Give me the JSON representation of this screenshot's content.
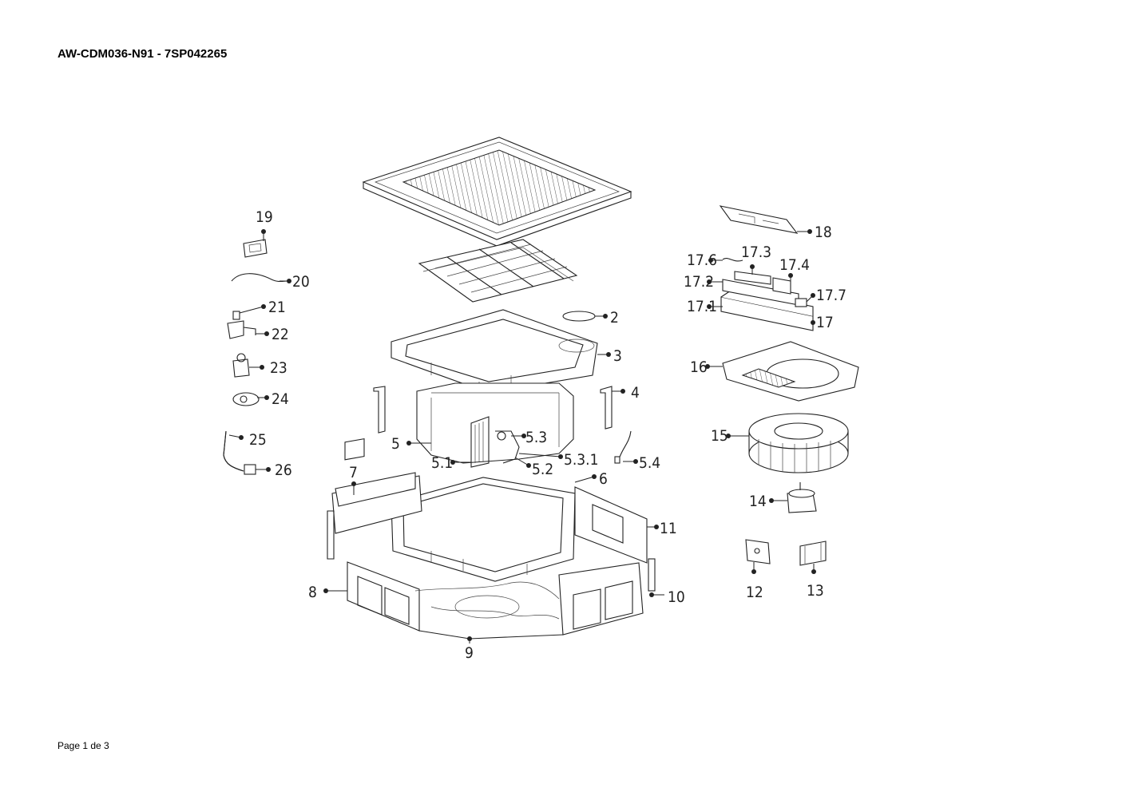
{
  "document": {
    "title": "AW-CDM036-N91 - 7SP042265",
    "footer": "Page 1 de 3"
  },
  "callouts": {
    "c2": "2",
    "c3": "3",
    "c4": "4",
    "c5": "5",
    "c5_1": "5.1",
    "c5_2": "5.2",
    "c5_3": "5.3",
    "c5_3_1": "5.3.1",
    "c5_4": "5.4",
    "c6": "6",
    "c7": "7",
    "c8": "8",
    "c9": "9",
    "c10": "10",
    "c11": "11",
    "c12": "12",
    "c13": "13",
    "c14": "14",
    "c15": "15",
    "c16": "16",
    "c17": "17",
    "c17_1": "17.1",
    "c17_2": "17.2",
    "c17_3": "17.3",
    "c17_4": "17.4",
    "c17_6": "17.6",
    "c17_7": "17.7",
    "c18": "18",
    "c19": "19",
    "c20": "20",
    "c21": "21",
    "c22": "22",
    "c23": "23",
    "c24": "24",
    "c25": "25",
    "c26": "26"
  }
}
